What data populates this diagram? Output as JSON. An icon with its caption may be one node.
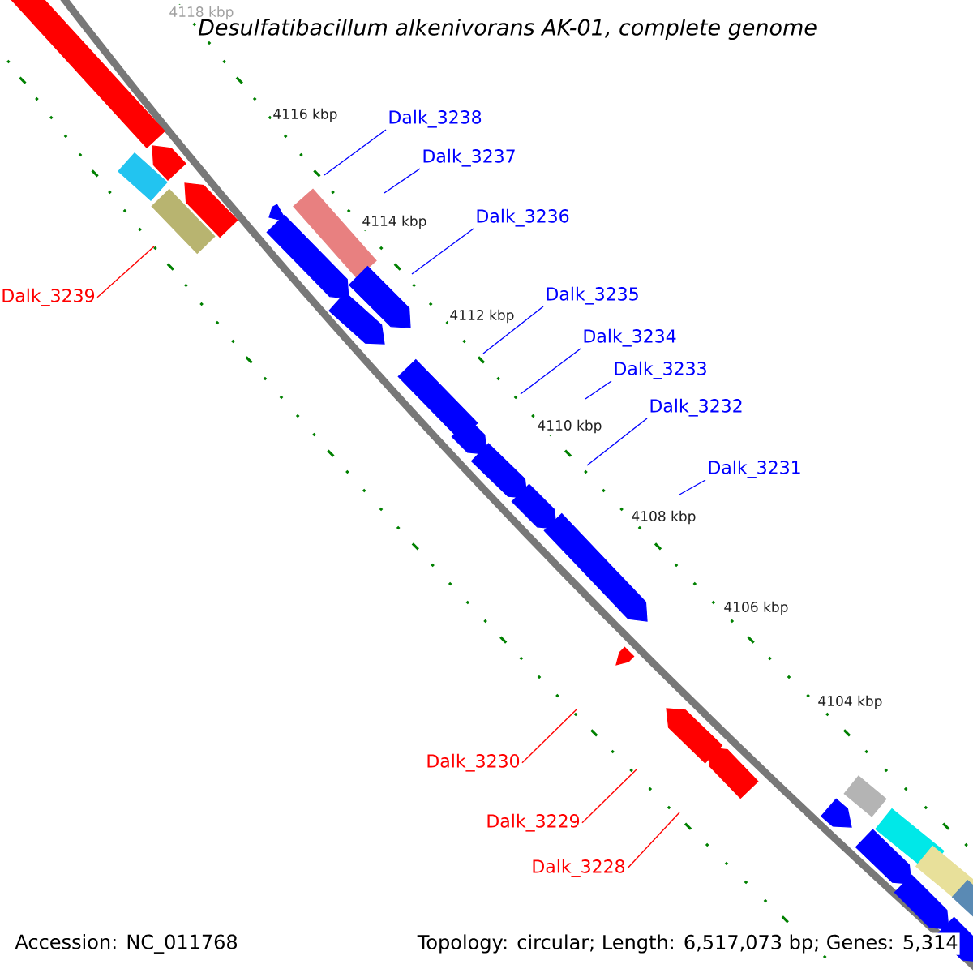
{
  "diagram": {
    "title": "Desulfatibacillum alkenivorans AK-01, complete genome",
    "nodes": [
      {
        "text": [
          "Dalk_3238"
        ]
      },
      {
        "text": [
          "Dalk_3237"
        ]
      },
      {
        "text": [
          "Dalk_3236"
        ]
      },
      {
        "text": [
          "Dalk_3235"
        ]
      },
      {
        "text": [
          "Dalk_3234"
        ]
      },
      {
        "text": [
          "Dalk_3233"
        ]
      },
      {
        "text": [
          "Dalk_3232"
        ]
      },
      {
        "text": [
          "Dalk_3231"
        ]
      },
      {
        "text": [
          "Dalk_3239"
        ]
      },
      {
        "text": [
          "Dalk_3230"
        ]
      },
      {
        "text": [
          "Dalk_3229"
        ]
      },
      {
        "text": [
          "Dalk_3228"
        ]
      }
    ],
    "edges": [
      {
        "from": 0,
        "to": null,
        "arrow": "none"
      },
      {
        "from": 1,
        "to": null,
        "arrow": "none"
      },
      {
        "from": 2,
        "to": null,
        "arrow": "none"
      },
      {
        "from": 3,
        "to": null,
        "arrow": "none"
      },
      {
        "from": 4,
        "to": null,
        "arrow": "none"
      },
      {
        "from": 5,
        "to": null,
        "arrow": "none"
      },
      {
        "from": 6,
        "to": null,
        "arrow": "none"
      },
      {
        "from": 7,
        "to": null,
        "arrow": "none"
      },
      {
        "from": 8,
        "to": null,
        "arrow": "none",
        "color": "#ff0000"
      },
      {
        "from": 9,
        "to": null,
        "arrow": "none",
        "color": "#ff0000"
      },
      {
        "from": 10,
        "to": null,
        "arrow": "none",
        "color": "#ff0000"
      },
      {
        "from": 11,
        "to": null,
        "arrow": "none",
        "color": "#ff0000"
      }
    ],
    "labels": [
      "4118 kbp",
      "4116 kbp",
      "4114 kbp",
      "4112 kbp",
      "4110 kbp",
      "4108 kbp",
      "4106 kbp",
      "4104 kbp",
      "Accession: NC_011768",
      "Topology: circular; Length: 6,517,073 bp; Genes: 5,314"
    ]
  }
}
